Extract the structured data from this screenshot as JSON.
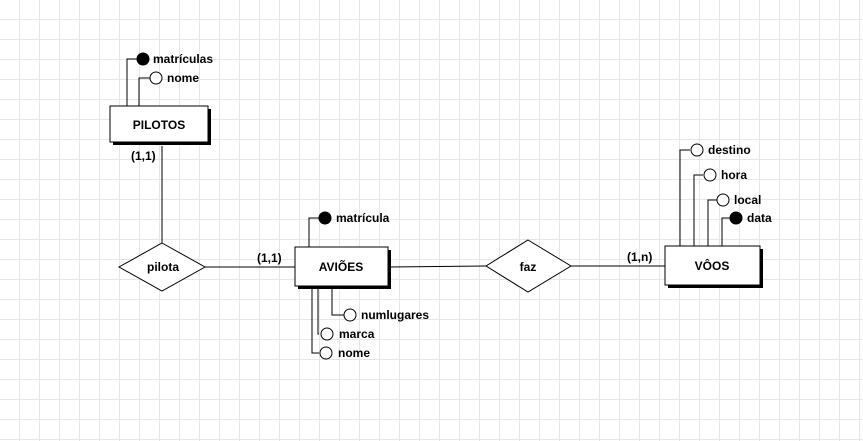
{
  "entities": {
    "pilotos": "PILOTOS",
    "avioes": "AVIÕES",
    "voos": "VÔOS"
  },
  "relationships": {
    "pilota": "pilota",
    "faz": "faz"
  },
  "cardinalities": {
    "pilotos_pilota": "(1,1)",
    "avioes_pilota": "(1,1)",
    "voos_faz": "(1,n)"
  },
  "attributes": {
    "pilotos": [
      {
        "label": "matrículas",
        "key": true
      },
      {
        "label": "nome",
        "key": false
      }
    ],
    "avioes_top": [
      {
        "label": "matrícula",
        "key": true
      }
    ],
    "avioes_bottom": [
      {
        "label": "numlugares",
        "key": false
      },
      {
        "label": "marca",
        "key": false
      },
      {
        "label": "nome",
        "key": false
      }
    ],
    "voos": [
      {
        "label": "destino",
        "key": false
      },
      {
        "label": "hora",
        "key": false
      },
      {
        "label": "local",
        "key": false
      },
      {
        "label": "data",
        "key": true
      }
    ]
  },
  "colors": {
    "line": "#000000",
    "grid": "#e6e6e6",
    "background": "#ffffff"
  }
}
